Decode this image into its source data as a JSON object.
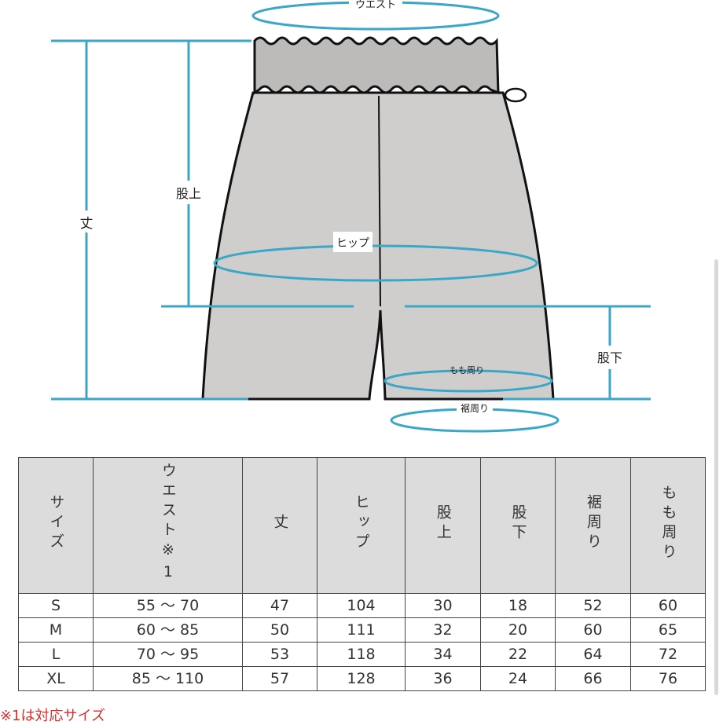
{
  "diagram": {
    "labels": {
      "waist": "ウエスト",
      "length": "丈",
      "rise": "股上",
      "hip": "ヒップ",
      "inseam": "股下",
      "thigh": "もも周り",
      "hem": "裾周り"
    },
    "colors": {
      "measure_line": "#3aa6c8",
      "garment_fill": "#d0cdcd",
      "garment_outline": "#111111"
    }
  },
  "size_table": {
    "headers": [
      "サイズ",
      "ウエスト※1",
      "丈",
      "ヒップ",
      "股上",
      "股下",
      "裾周り",
      "もも周り"
    ],
    "rows": [
      [
        "S",
        "55 〜 70",
        "47",
        "104",
        "30",
        "18",
        "52",
        "60"
      ],
      [
        "M",
        "60 〜 85",
        "50",
        "111",
        "32",
        "20",
        "60",
        "65"
      ],
      [
        "L",
        "70 〜 95",
        "53",
        "118",
        "34",
        "22",
        "64",
        "72"
      ],
      [
        "XL",
        "85 〜 110",
        "57",
        "128",
        "36",
        "24",
        "66",
        "76"
      ]
    ],
    "colors": {
      "header_bg": "#dcdcdc",
      "border": "#444444"
    }
  },
  "footnote": {
    "text": "※1は対応サイズ",
    "color": "#d32f2f"
  }
}
